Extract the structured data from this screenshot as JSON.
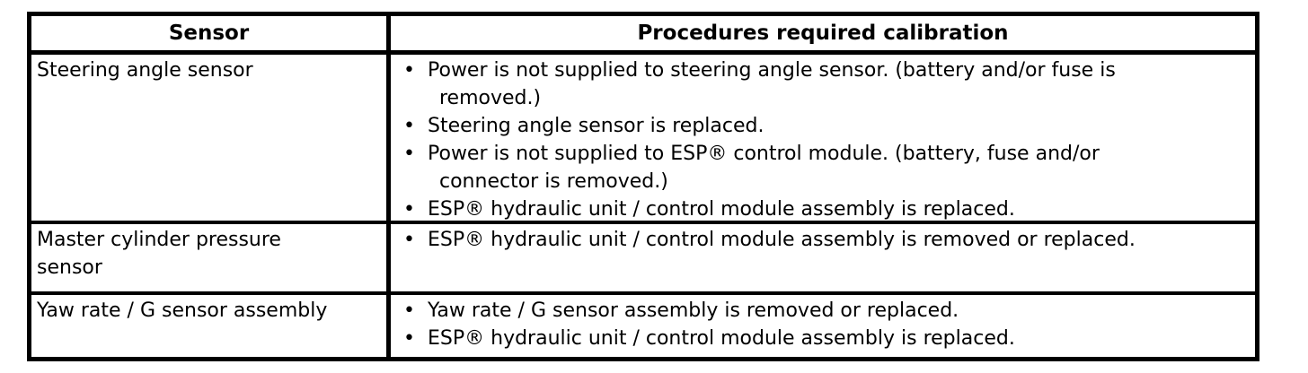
{
  "page": {
    "background_color": "#ffffff",
    "border_color": "#000000",
    "text_color": "#000000"
  },
  "icons": {
    "bullet_glyph": "•"
  },
  "table": {
    "headers": {
      "sensor": "Sensor",
      "procedures": "Procedures required calibration"
    },
    "rows": [
      {
        "sensor_lines": [
          "Steering angle sensor"
        ],
        "procedures": [
          {
            "lines": [
              "Power is not supplied to steering angle sensor. (battery and/or fuse is",
              "removed.)"
            ]
          },
          {
            "lines": [
              "Steering angle sensor is replaced."
            ]
          },
          {
            "lines": [
              "Power is not supplied to ESP® control module. (battery, fuse and/or",
              "connector is removed.)"
            ]
          },
          {
            "lines": [
              "ESP® hydraulic unit / control module assembly is replaced."
            ]
          }
        ]
      },
      {
        "sensor_lines": [
          "Master cylinder pressure",
          "sensor"
        ],
        "procedures": [
          {
            "lines": [
              "ESP® hydraulic unit / control module assembly is removed or replaced."
            ]
          }
        ]
      },
      {
        "sensor_lines": [
          "Yaw rate / G sensor assembly"
        ],
        "procedures": [
          {
            "lines": [
              "Yaw rate / G sensor assembly is removed or replaced."
            ]
          },
          {
            "lines": [
              "ESP® hydraulic unit / control module assembly is replaced."
            ]
          }
        ]
      }
    ]
  }
}
